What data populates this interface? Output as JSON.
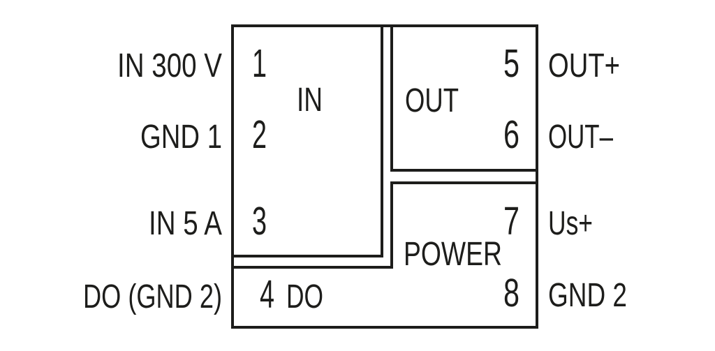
{
  "diagram": {
    "type": "module-pinout",
    "colors": {
      "line": "#1d1d1b",
      "text": "#1d1d1b",
      "background": "#ffffff"
    },
    "blocks": {
      "in": {
        "label": "IN"
      },
      "out": {
        "label": "OUT"
      },
      "power": {
        "label": "POWER"
      },
      "do": {
        "label": "DO"
      }
    },
    "pins_left": [
      {
        "number": "1",
        "label": "IN 300 V"
      },
      {
        "number": "2",
        "label": "GND 1"
      },
      {
        "number": "3",
        "label": "IN 5 A"
      },
      {
        "number": "4",
        "label": "DO (GND 2)"
      }
    ],
    "pins_right": [
      {
        "number": "5",
        "label": "OUT+"
      },
      {
        "number": "6",
        "label": "OUT–"
      },
      {
        "number": "7",
        "label": "Us+"
      },
      {
        "number": "8",
        "label": "GND 2"
      }
    ]
  }
}
